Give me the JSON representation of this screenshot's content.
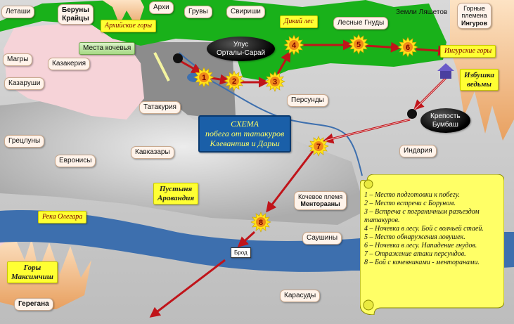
{
  "title_box": {
    "line1": "СХЕМА",
    "line2": "побега от татакуров",
    "line3": "Клевантия и Дарьи"
  },
  "labels": {
    "letashi": "Леташи",
    "beruny1": "Беруны",
    "beruny2": "Крайцы",
    "arkhi": "Архи",
    "gruvy": "Грувы",
    "svirishi": "Свириши",
    "zemli": "Земли Ляшетов",
    "gornye1": "Горные",
    "gornye2": "племена",
    "gornye3": "Ингуров",
    "arkh_gory": "Архийские горы",
    "dikiy_les": "Дикий лес",
    "lesnye_gnudy": "Лесные Гнуды",
    "ulus1": "Улус",
    "ulus2": "Орталы-Сарай",
    "mesta": "Места кочевья",
    "magry": "Магры",
    "kazakeriya": "Казакерия",
    "kazarushi": "Казаруши",
    "ingur_gory": "Ингурские горы",
    "izbushka1": "Избушка",
    "izbushka2": "ведьмы",
    "tatakuriya": "Татакурия",
    "persundy": "Персунды",
    "krepost1": "Крепость",
    "krepost2": "Бумбаш",
    "greclyny": "Грецлуны",
    "evronisy": "Евронисы",
    "kavkazary": "Кавказары",
    "indariya": "Индария",
    "pustynya1": "Пустыня",
    "pustynya2": "Аравандия",
    "kochevoe1": "Кочевое племя",
    "kochevoe2": "Менторааны",
    "reka": "Река Олегара",
    "brod": "Брод",
    "saushiny": "Саушины",
    "gory1": "Горы",
    "gory2": "Максимчиш",
    "geregana": "Герегана",
    "karasudy": "Карасуды"
  },
  "stops": [
    "1",
    "2",
    "3",
    "4",
    "5",
    "6",
    "7",
    "8"
  ],
  "legend": [
    "1 – Место подготовки к побегу.",
    "2 – Место встречи  с Боруном.",
    "3 – Встреча с пограничным разъездом татакуров.",
    "4 – Ночевка в лесу.  Бой с волчьей стаей.",
    "5 – Место обнаружения ловушек.",
    "6 – Ночевка в лесу.  Нападение гнудов.",
    "7 – Отражение атаки персундов.",
    "8 – Бой с кочевниками - менторанами."
  ],
  "colors": {
    "forest": "#19b11a",
    "pink": "#f6d3d8",
    "river": "#3d6fae",
    "route": "#c0141a",
    "sun": "#ffe21a",
    "legend": "#ffff66"
  }
}
